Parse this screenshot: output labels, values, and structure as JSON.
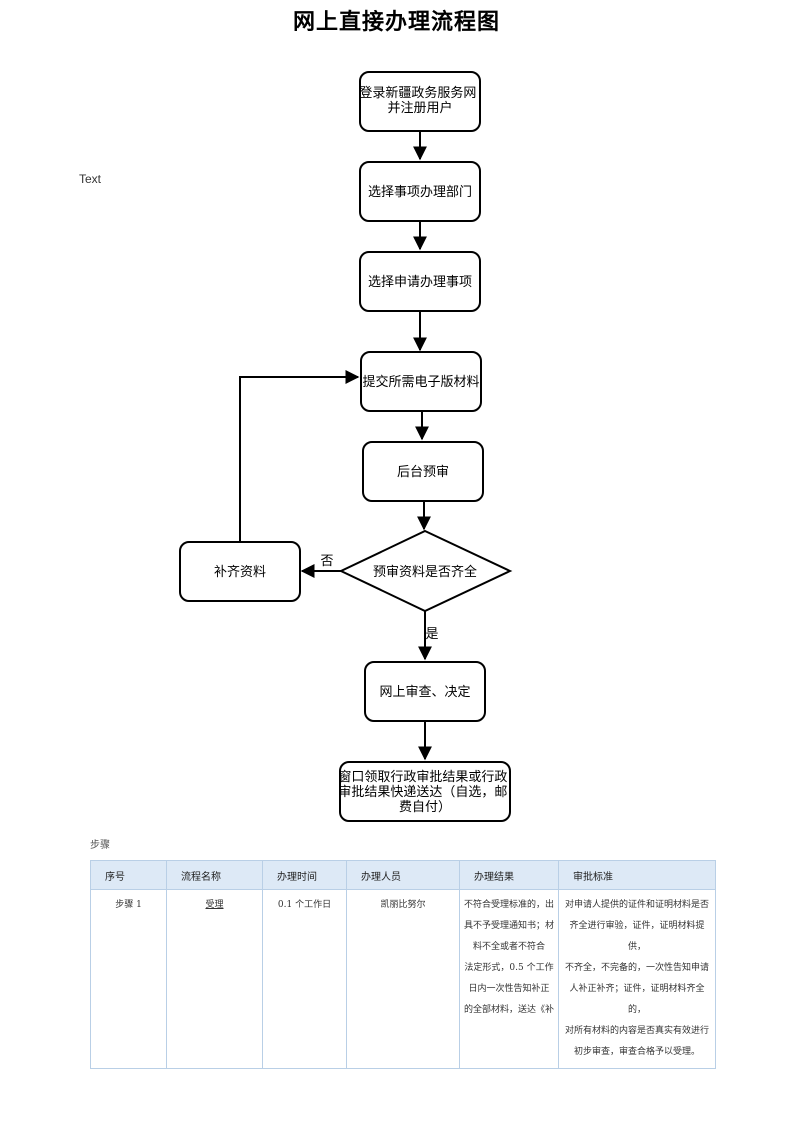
{
  "title": "网上直接办理流程图",
  "side_text": "Text",
  "flowchart": {
    "nodes": {
      "login": [
        "登录新疆政务服务网",
        "并注册用户"
      ],
      "dept": [
        "选择事项办理部门"
      ],
      "item": [
        "选择申请办理事项"
      ],
      "submit": [
        "提交所需电子版材料"
      ],
      "precheck": [
        "后台预审"
      ],
      "decision": [
        "预审资料是否齐全"
      ],
      "supplement": [
        "补齐资料"
      ],
      "review": [
        "网上审查、决定"
      ],
      "result": [
        "窗口领取行政审批结果或行政",
        "审批结果快递送达（自选，邮",
        "费自付）"
      ]
    },
    "edge_labels": {
      "no": "否",
      "yes": "是"
    }
  },
  "steps": {
    "caption": "步骤",
    "headers": [
      "序号",
      "流程名称",
      "办理时间",
      "办理人员",
      "办理结果",
      "审批标准"
    ],
    "rows": [
      {
        "no": "步骤 1",
        "name": "受理",
        "time": "0.1 个工作日",
        "person": "凯丽比努尔",
        "result_lines": [
          "不符合受理标准的，出",
          "具不予受理通知书；材",
          "料不全或者不符合",
          "法定形式，0.5 个工作",
          "日内一次性告知补正",
          "的全部材料，送达《补"
        ],
        "standard_lines": [
          "对申请人提供的证件和证明材料是否",
          "齐全进行审验，证件，证明材料提供，",
          "不齐全，不完备的，一次性告知申请",
          "人补正补齐；证件，证明材料齐全的，",
          "对所有材料的内容是否真实有效进行",
          "初步审查，审查合格予以受理。"
        ]
      }
    ]
  }
}
